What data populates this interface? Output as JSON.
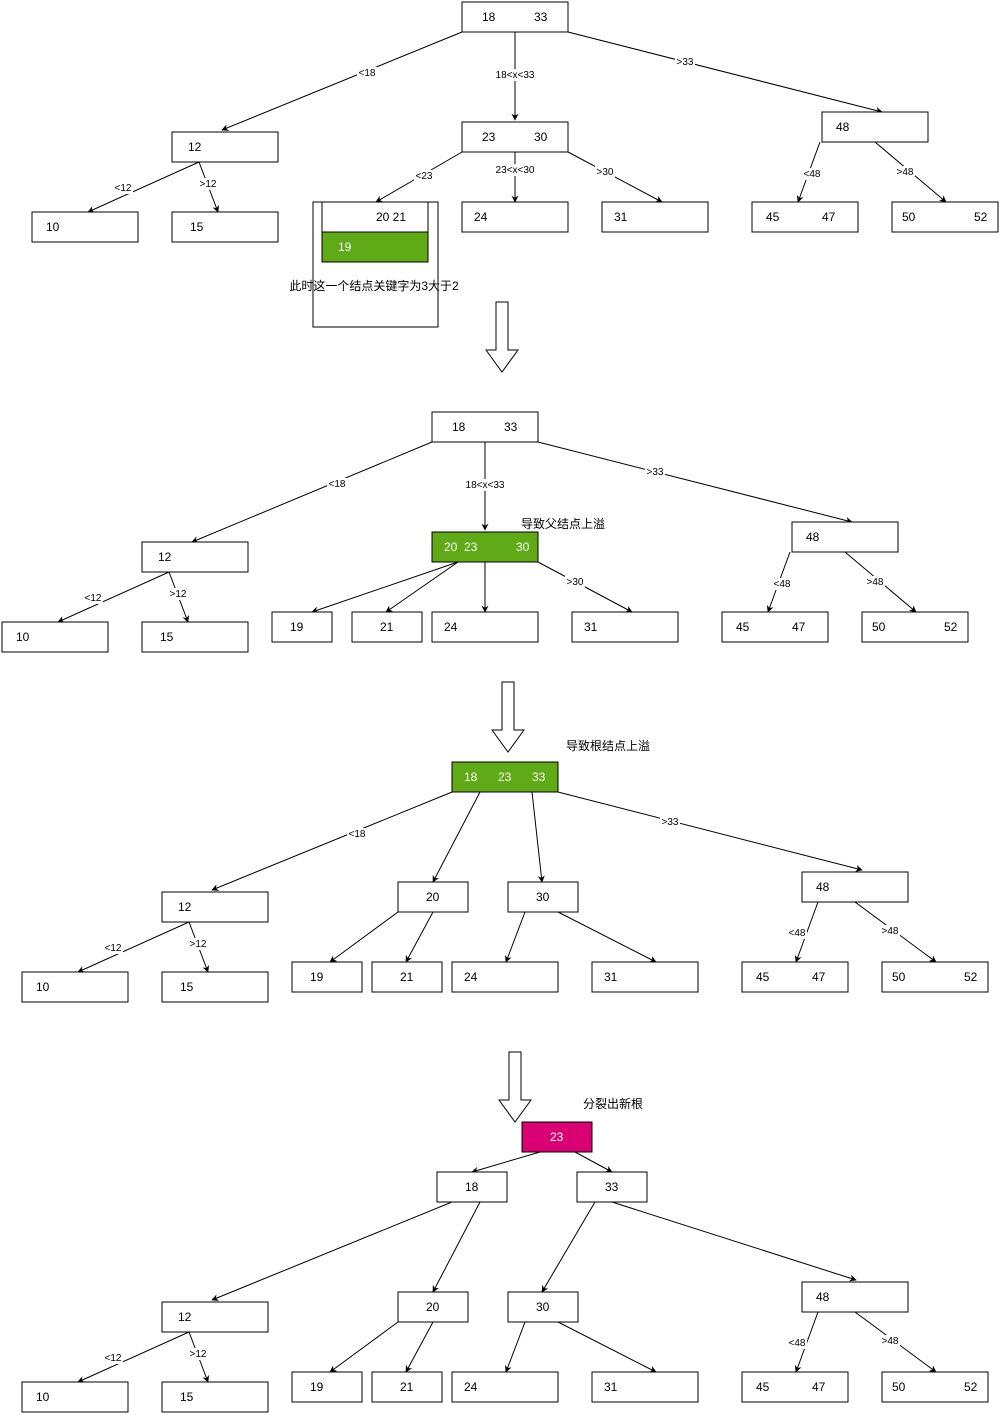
{
  "colors": {
    "highlight": "#60a917",
    "new_root": "#d80073",
    "default": "#ffffff"
  },
  "stages": [
    {
      "nodes": {
        "s1_root": [
          "18",
          "33"
        ],
        "s1_n12": [
          "12"
        ],
        "s1_n2330": [
          "23",
          "30"
        ],
        "s1_n48": [
          "48"
        ],
        "s1_n10": [
          "10"
        ],
        "s1_n15": [
          "15"
        ],
        "s1_n2021": [
          "20  21"
        ],
        "s1_n19": [
          "19"
        ],
        "s1_n24": [
          "24"
        ],
        "s1_n31": [
          "31"
        ],
        "s1_n4547": [
          "45",
          "47"
        ],
        "s1_n5052": [
          "50",
          "52"
        ]
      },
      "edge_labels": {
        "e_lt18": "<18",
        "e_mid": "18<x<33",
        "e_gt33": ">33",
        "e_lt12": "<12",
        "e_gt12": ">12",
        "e_lt23": "<23",
        "e_mid2330": "23<x<30",
        "e_gt30": ">30",
        "e_lt48": "<48",
        "e_gt48": ">48"
      },
      "note": "此时这一个结点关键字为3大于2"
    },
    {
      "nodes": {
        "s2_root": [
          "18",
          "33"
        ],
        "s2_n12": [
          "12"
        ],
        "s2_n202330": [
          "20",
          "23",
          "30"
        ],
        "s2_n48": [
          "48"
        ],
        "s2_n10": [
          "10"
        ],
        "s2_n15": [
          "15"
        ],
        "s2_n19": [
          "19"
        ],
        "s2_n21": [
          "21"
        ],
        "s2_n24": [
          "24"
        ],
        "s2_n31": [
          "31"
        ],
        "s2_n4547": [
          "45",
          "47"
        ],
        "s2_n5052": [
          "50",
          "52"
        ]
      },
      "edge_labels": {
        "e_lt18": "<18",
        "e_mid": "18<x<33",
        "e_gt33": ">33",
        "e_lt12": "<12",
        "e_gt12": ">12",
        "e_gt30": ">30",
        "e_lt48": "<48",
        "e_gt48": ">48"
      },
      "note": "导致父结点上溢"
    },
    {
      "nodes": {
        "s3_root": [
          "18",
          "23",
          "33"
        ],
        "s3_n12": [
          "12"
        ],
        "s3_n20": [
          "20"
        ],
        "s3_n30": [
          "30"
        ],
        "s3_n48": [
          "48"
        ],
        "s3_n10": [
          "10"
        ],
        "s3_n15": [
          "15"
        ],
        "s3_n19": [
          "19"
        ],
        "s3_n21": [
          "21"
        ],
        "s3_n24": [
          "24"
        ],
        "s3_n31": [
          "31"
        ],
        "s3_n4547": [
          "45",
          "47"
        ],
        "s3_n5052": [
          "50",
          "52"
        ]
      },
      "edge_labels": {
        "e_lt18": "<18",
        "e_gt33": ">33",
        "e_lt12": "<12",
        "e_gt12": ">12",
        "e_lt48": "<48",
        "e_gt48": ">48"
      },
      "note": "导致根结点上溢"
    },
    {
      "nodes": {
        "s4_root": [
          "23"
        ],
        "s4_n18": [
          "18"
        ],
        "s4_n33": [
          "33"
        ],
        "s4_n12": [
          "12"
        ],
        "s4_n20": [
          "20"
        ],
        "s4_n30": [
          "30"
        ],
        "s4_n48": [
          "48"
        ],
        "s4_n10": [
          "10"
        ],
        "s4_n15": [
          "15"
        ],
        "s4_n19": [
          "19"
        ],
        "s4_n21": [
          "21"
        ],
        "s4_n24": [
          "24"
        ],
        "s4_n31": [
          "31"
        ],
        "s4_n4547": [
          "45",
          "47"
        ],
        "s4_n5052": [
          "50",
          "52"
        ]
      },
      "edge_labels": {
        "e_lt12": "<12",
        "e_gt12": ">12",
        "e_lt48": "<48",
        "e_gt48": ">48"
      },
      "note": "分裂出新根"
    }
  ]
}
